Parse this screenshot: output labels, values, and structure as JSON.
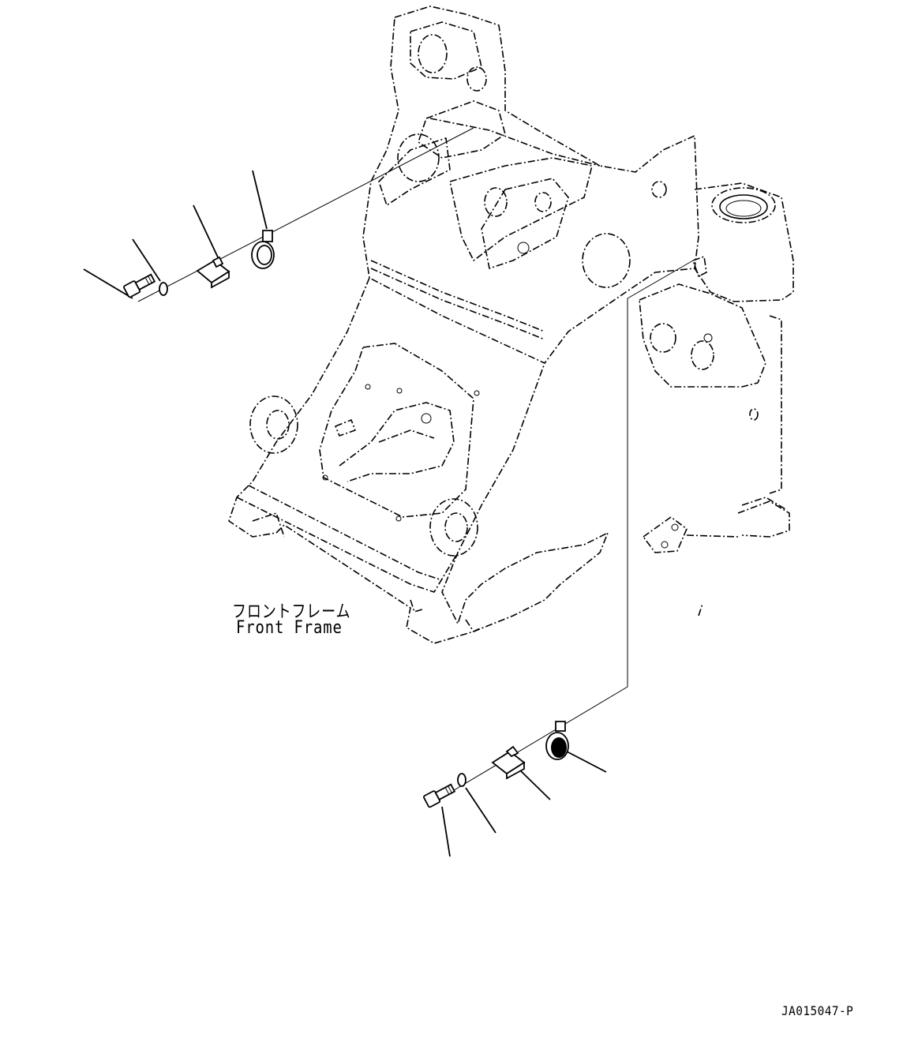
{
  "labels": {
    "japanese_name": "フロントフレーム",
    "english_name": "Front Frame",
    "drawing_code": "JA015047-P"
  },
  "parts": {
    "group_upper": [
      "bolt",
      "washer",
      "bracket",
      "cap"
    ],
    "group_lower": [
      "bolt",
      "washer",
      "bracket",
      "cap"
    ]
  }
}
